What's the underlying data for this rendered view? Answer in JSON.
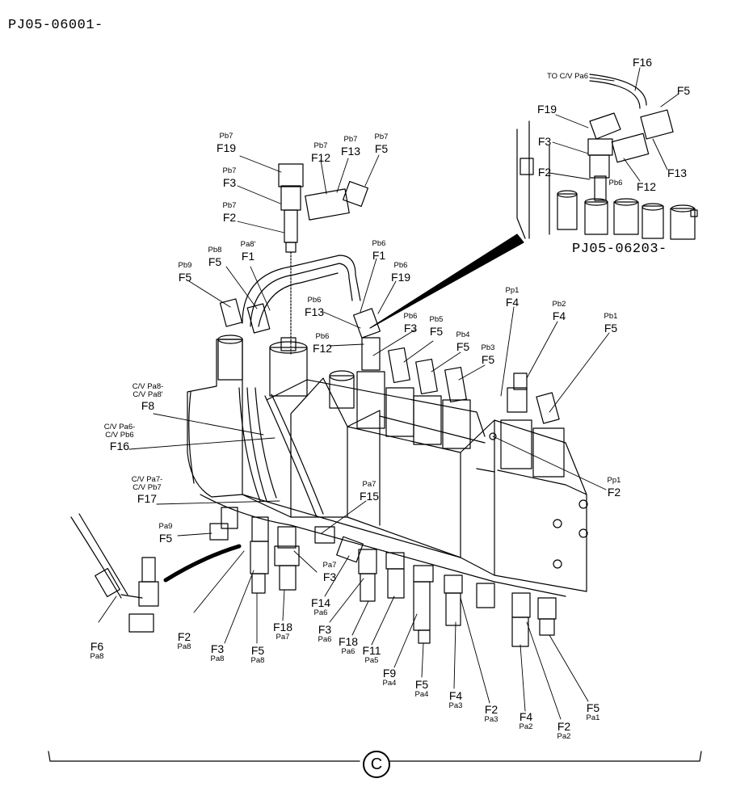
{
  "document": {
    "id": "PJ05-06001-",
    "inset_ref": "PJ05-06203-",
    "page_marker": "C"
  },
  "callouts": [
    {
      "key": "top-pb7-f19",
      "main": "F19",
      "above": "Pb7"
    },
    {
      "key": "top-pb7-f12",
      "main": "F12",
      "above": "Pb7"
    },
    {
      "key": "top-pb7-f13",
      "main": "F13",
      "above": "Pb7"
    },
    {
      "key": "top-pb7-f5",
      "main": "F5",
      "above": "Pb7"
    },
    {
      "key": "top-pb7-f3",
      "main": "F3",
      "above": "Pb7"
    },
    {
      "key": "top-pb7-f2",
      "main": "F2",
      "above": "Pb7"
    },
    {
      "key": "pb9-f5",
      "main": "F5",
      "above": "Pb9"
    },
    {
      "key": "pb8-f5",
      "main": "F5",
      "above": "Pb8"
    },
    {
      "key": "pa8p-f1",
      "main": "F1",
      "above": "Pa8'"
    },
    {
      "key": "pb6-f1",
      "main": "F1",
      "above": "Pb6"
    },
    {
      "key": "pb6-f19",
      "main": "F19",
      "above": "Pb6"
    },
    {
      "key": "pb6-f13",
      "main": "F13",
      "above": "Pb6"
    },
    {
      "key": "pb6-f12",
      "main": "F12",
      "above": "Pb6"
    },
    {
      "key": "pb6-f3",
      "main": "F3",
      "above": "Pb6"
    },
    {
      "key": "pb5-f5",
      "main": "F5",
      "above": "Pb5"
    },
    {
      "key": "pb4-f5",
      "main": "F5",
      "above": "Pb4"
    },
    {
      "key": "pb3-f5",
      "main": "F5",
      "above": "Pb3"
    },
    {
      "key": "pp1-f4",
      "main": "F4",
      "above": "Pp1"
    },
    {
      "key": "pb2-f4",
      "main": "F4",
      "above": "Pb2"
    },
    {
      "key": "pb1-f5",
      "main": "F5",
      "above": "Pb1"
    },
    {
      "key": "pp1-f2",
      "main": "F2",
      "above": "Pp1"
    },
    {
      "key": "cv-f8",
      "main": "F8",
      "above": "C/V Pa8-\nC/V Pa8'"
    },
    {
      "key": "cv-f16",
      "main": "F16",
      "above": "C/V Pa6-\nC/V Pb6"
    },
    {
      "key": "cv-f17",
      "main": "F17",
      "above": "C/V Pa7-\nC/V Pb7"
    },
    {
      "key": "pa7-f15",
      "main": "F15",
      "above": "Pa7"
    },
    {
      "key": "pa9-f5",
      "main": "F5",
      "above": "Pa9"
    },
    {
      "key": "pa7-f3",
      "main": "F3",
      "above": "Pa7"
    },
    {
      "key": "f6-pa8",
      "main": "F6",
      "below": "Pa8"
    },
    {
      "key": "f2-pa8",
      "main": "F2",
      "below": "Pa8"
    },
    {
      "key": "f3-pa8",
      "main": "F3",
      "below": "Pa8"
    },
    {
      "key": "f5-pa8",
      "main": "F5",
      "below": "Pa8"
    },
    {
      "key": "f18-pa7",
      "main": "F18",
      "below": "Pa7"
    },
    {
      "key": "f14-pa6",
      "main": "F14",
      "below": "Pa6"
    },
    {
      "key": "f3-pa6",
      "main": "F3",
      "below": "Pa6"
    },
    {
      "key": "f18-pa6",
      "main": "F18",
      "below": "Pa6"
    },
    {
      "key": "f11-pa5",
      "main": "F11",
      "below": "Pa5"
    },
    {
      "key": "f9-pa4",
      "main": "F9",
      "below": "Pa4"
    },
    {
      "key": "f5-pa4",
      "main": "F5",
      "below": "Pa4"
    },
    {
      "key": "f4-pa3",
      "main": "F4",
      "below": "Pa3"
    },
    {
      "key": "f2-pa3",
      "main": "F2",
      "below": "Pa3"
    },
    {
      "key": "f4-pa2",
      "main": "F4",
      "below": "Pa2"
    },
    {
      "key": "f2-pa2",
      "main": "F2",
      "below": "Pa2"
    },
    {
      "key": "f5-pa1",
      "main": "F5",
      "below": "Pa1"
    },
    {
      "key": "inset-to-cv",
      "main": "TO C/V Pa6"
    },
    {
      "key": "inset-f16",
      "main": "F16"
    },
    {
      "key": "inset-f5",
      "main": "F5"
    },
    {
      "key": "inset-f19",
      "main": "F19"
    },
    {
      "key": "inset-f3",
      "main": "F3"
    },
    {
      "key": "inset-f2",
      "main": "F2"
    },
    {
      "key": "inset-pb6",
      "main": "Pb6"
    },
    {
      "key": "inset-f13",
      "main": "F13"
    },
    {
      "key": "inset-f12",
      "main": "F12"
    }
  ]
}
